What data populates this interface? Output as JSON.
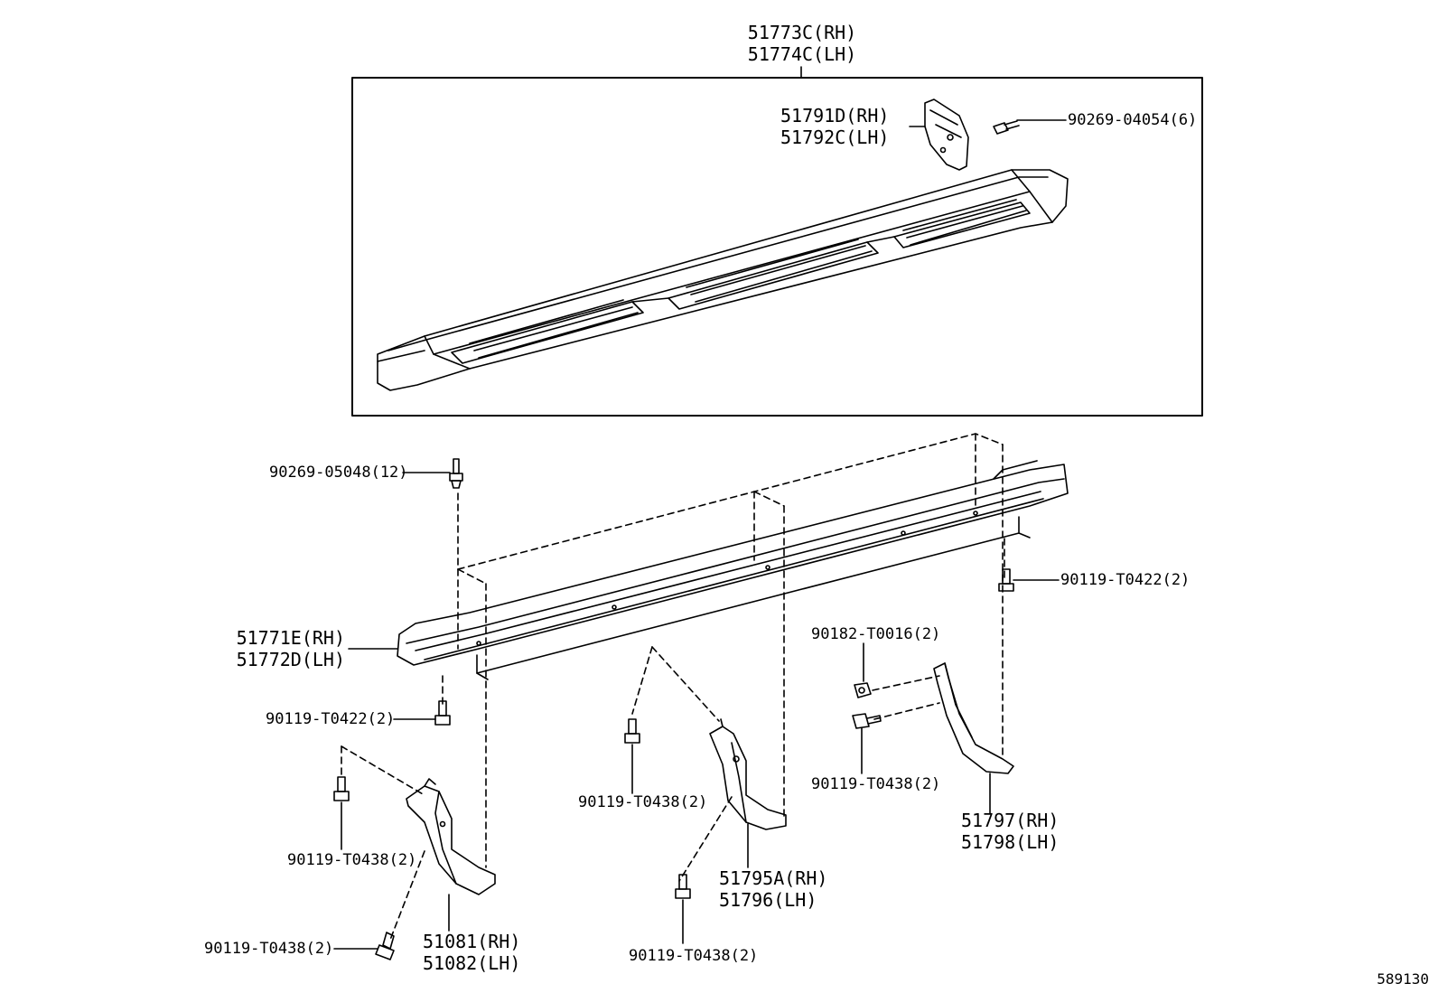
{
  "diagram_id": "589130",
  "colors": {
    "line": "#000000",
    "background": "#ffffff"
  },
  "callouts": {
    "step_assy": [
      "51773C(RH)",
      "51774C(LH)"
    ],
    "end_bracket": [
      "51791D(RH)",
      "51792C(LH)"
    ],
    "screw_top": "90269-04054(6)",
    "screw_rail": "90269-05048(12)",
    "bolt_right_upper": "90119-T0422(2)",
    "rail": [
      "51771E(RH)",
      "51772D(LH)"
    ],
    "bolt_left_upper": "90119-T0422(2)",
    "nut_right": "90182-T0016(2)",
    "bolt_right_lower": "90119-T0438(2)",
    "bracket_rear": [
      "51797(RH)",
      "51798(LH)"
    ],
    "bolt_mid_upper": "90119-T0438(2)",
    "bracket_center": [
      "51795A(RH)",
      "51796(LH)"
    ],
    "bolt_mid_lower": "90119-T0438(2)",
    "bolt_left_mid": "90119-T0438(2)",
    "bolt_left_lower": "90119-T0438(2)",
    "bracket_front": [
      "51081(RH)",
      "51082(LH)"
    ]
  }
}
